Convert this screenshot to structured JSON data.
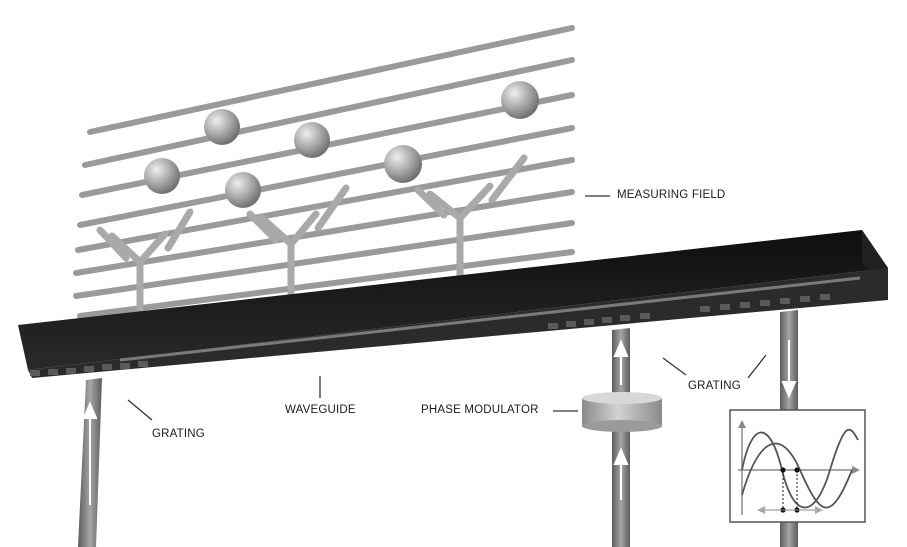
{
  "labels": {
    "measuring_field": "MEASURING FIELD",
    "grating_left": "GRATING",
    "waveguide": "WAVEGUIDE",
    "phase_modulator": "PHASE MODULATOR",
    "grating_right": "GRATING"
  },
  "colors": {
    "field_line": "#9a9a9a",
    "sphere": "#bdbdbd",
    "antibody": "#a9a9a9",
    "waveguide_top": "#1d1d1d",
    "waveguide_side": "#2b2b2b",
    "beam": "#8e8e8e",
    "modulator": "#b5b5b5",
    "inset_wave": "#555555",
    "inset_axis": "#8a8a8a"
  }
}
